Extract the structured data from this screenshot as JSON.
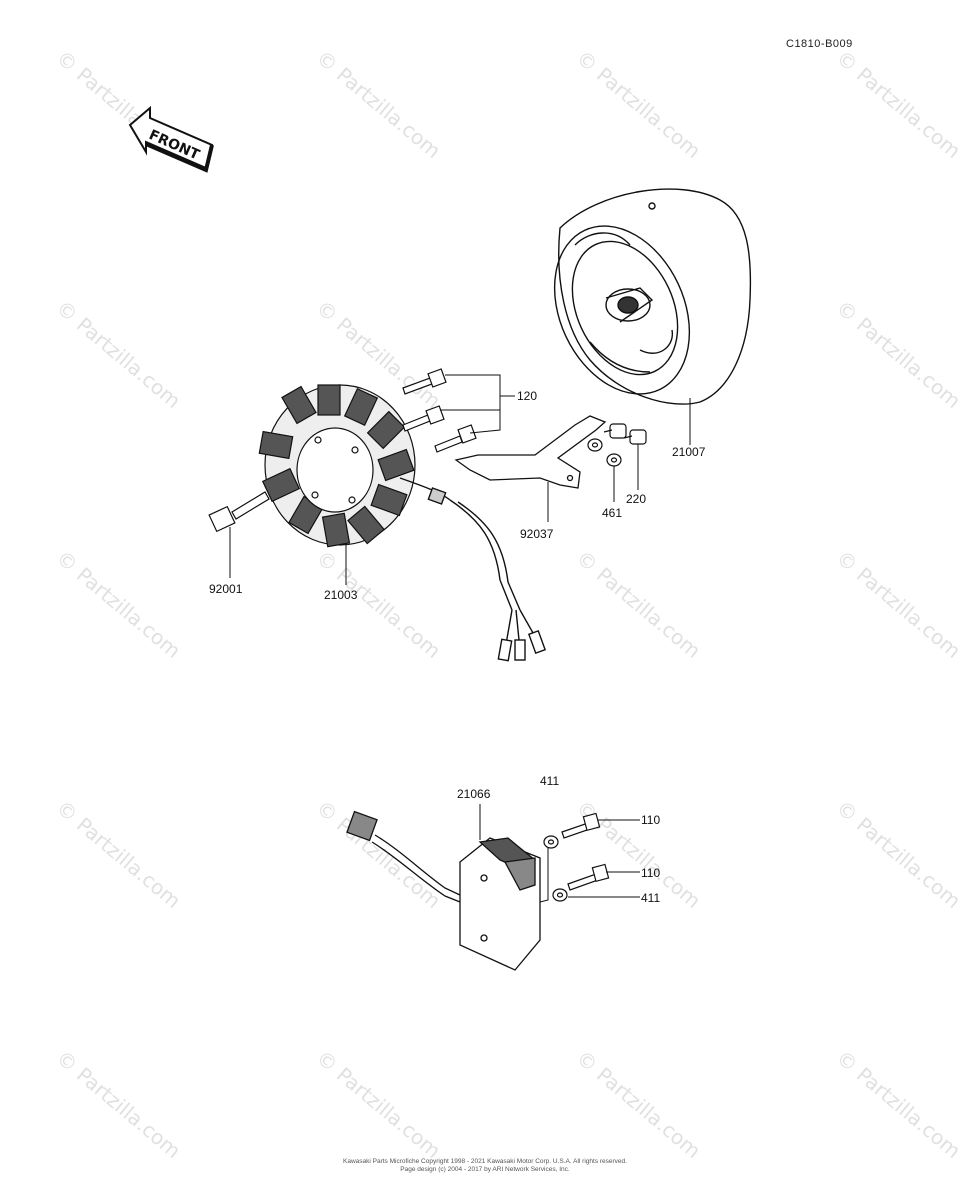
{
  "diagram_code": "C1810-B009",
  "front_arrow": {
    "label": "FRONT"
  },
  "watermark": {
    "text": "© Partzilla.com"
  },
  "parts": {
    "bolt_set_a": "120",
    "rotor": "21007",
    "bracket": "92037",
    "washer_nut": "461",
    "bolt_220": "220",
    "stator_bolt": "92001",
    "stator": "21003",
    "regulator": "21066",
    "washer_top": "411",
    "bolt_110_top": "110",
    "bolt_110_bottom": "110",
    "washer_bottom": "411"
  },
  "footer": {
    "line1": "Kawasaki Parts Microfiche Copyright 1998 - 2021 Kawasaki Motor Corp. U.S.A. All rights reserved.",
    "line2": "Page design (c) 2004 - 2017 by ARI Network Services, Inc."
  }
}
